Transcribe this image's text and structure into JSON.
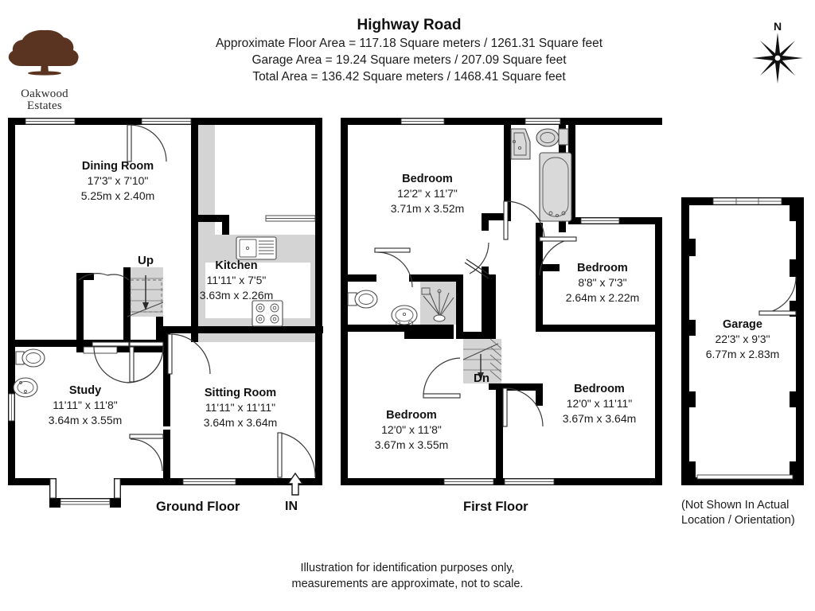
{
  "brand": {
    "logo_icon": "oak-tree-icon",
    "logo_color": "#5a3420",
    "name_line1": "Oakwood",
    "name_line2": "Estates"
  },
  "header": {
    "title": "Highway Road",
    "line1": "Approximate Floor Area = 117.18 Square meters / 1261.31 Square feet",
    "line2": "Garage Area = 19.24 Square meters / 207.09 Square feet",
    "line3": "Total Area = 136.42 Square meters / 1468.41 Square feet"
  },
  "compass": {
    "icon": "compass-rose-icon",
    "north_label": "N"
  },
  "ground_floor": {
    "caption": "Ground Floor",
    "entrance_label": "IN",
    "stair_label": "Up",
    "rooms": [
      {
        "name": "Dining Room",
        "imperial": "17'3\" x 7'10\"",
        "metric": "5.25m x 2.40m"
      },
      {
        "name": "Kitchen",
        "imperial": "11'11\" x 7'5\"",
        "metric": "3.63m x 2.26m"
      },
      {
        "name": "Study",
        "imperial": "11'11\" x 11'8\"",
        "metric": "3.64m x 3.55m"
      },
      {
        "name": "Sitting Room",
        "imperial": "11'11\" x 11'11\"",
        "metric": "3.64m x 3.64m"
      }
    ]
  },
  "first_floor": {
    "caption": "First Floor",
    "stair_label": "Dn",
    "rooms": [
      {
        "name": "Bedroom",
        "imperial": "12'2\" x 11'7\"",
        "metric": "3.71m x 3.52m"
      },
      {
        "name": "Bedroom",
        "imperial": "8'8\" x 7'3\"",
        "metric": "2.64m x 2.22m"
      },
      {
        "name": "Bedroom",
        "imperial": "12'0\" x 11'11\"",
        "metric": "3.67m x 3.64m"
      },
      {
        "name": "Bedroom",
        "imperial": "12'0\" x 11'8\"",
        "metric": "3.67m x 3.55m"
      }
    ]
  },
  "garage": {
    "name": "Garage",
    "imperial": "22'3\" x 9'3\"",
    "metric": "6.77m x 2.83m",
    "note_line1": "(Not Shown In Actual",
    "note_line2": "Location / Orientation)"
  },
  "footer": {
    "line1": "Illustration for identification purposes only,",
    "line2": "measurements are approximate, not to scale."
  }
}
